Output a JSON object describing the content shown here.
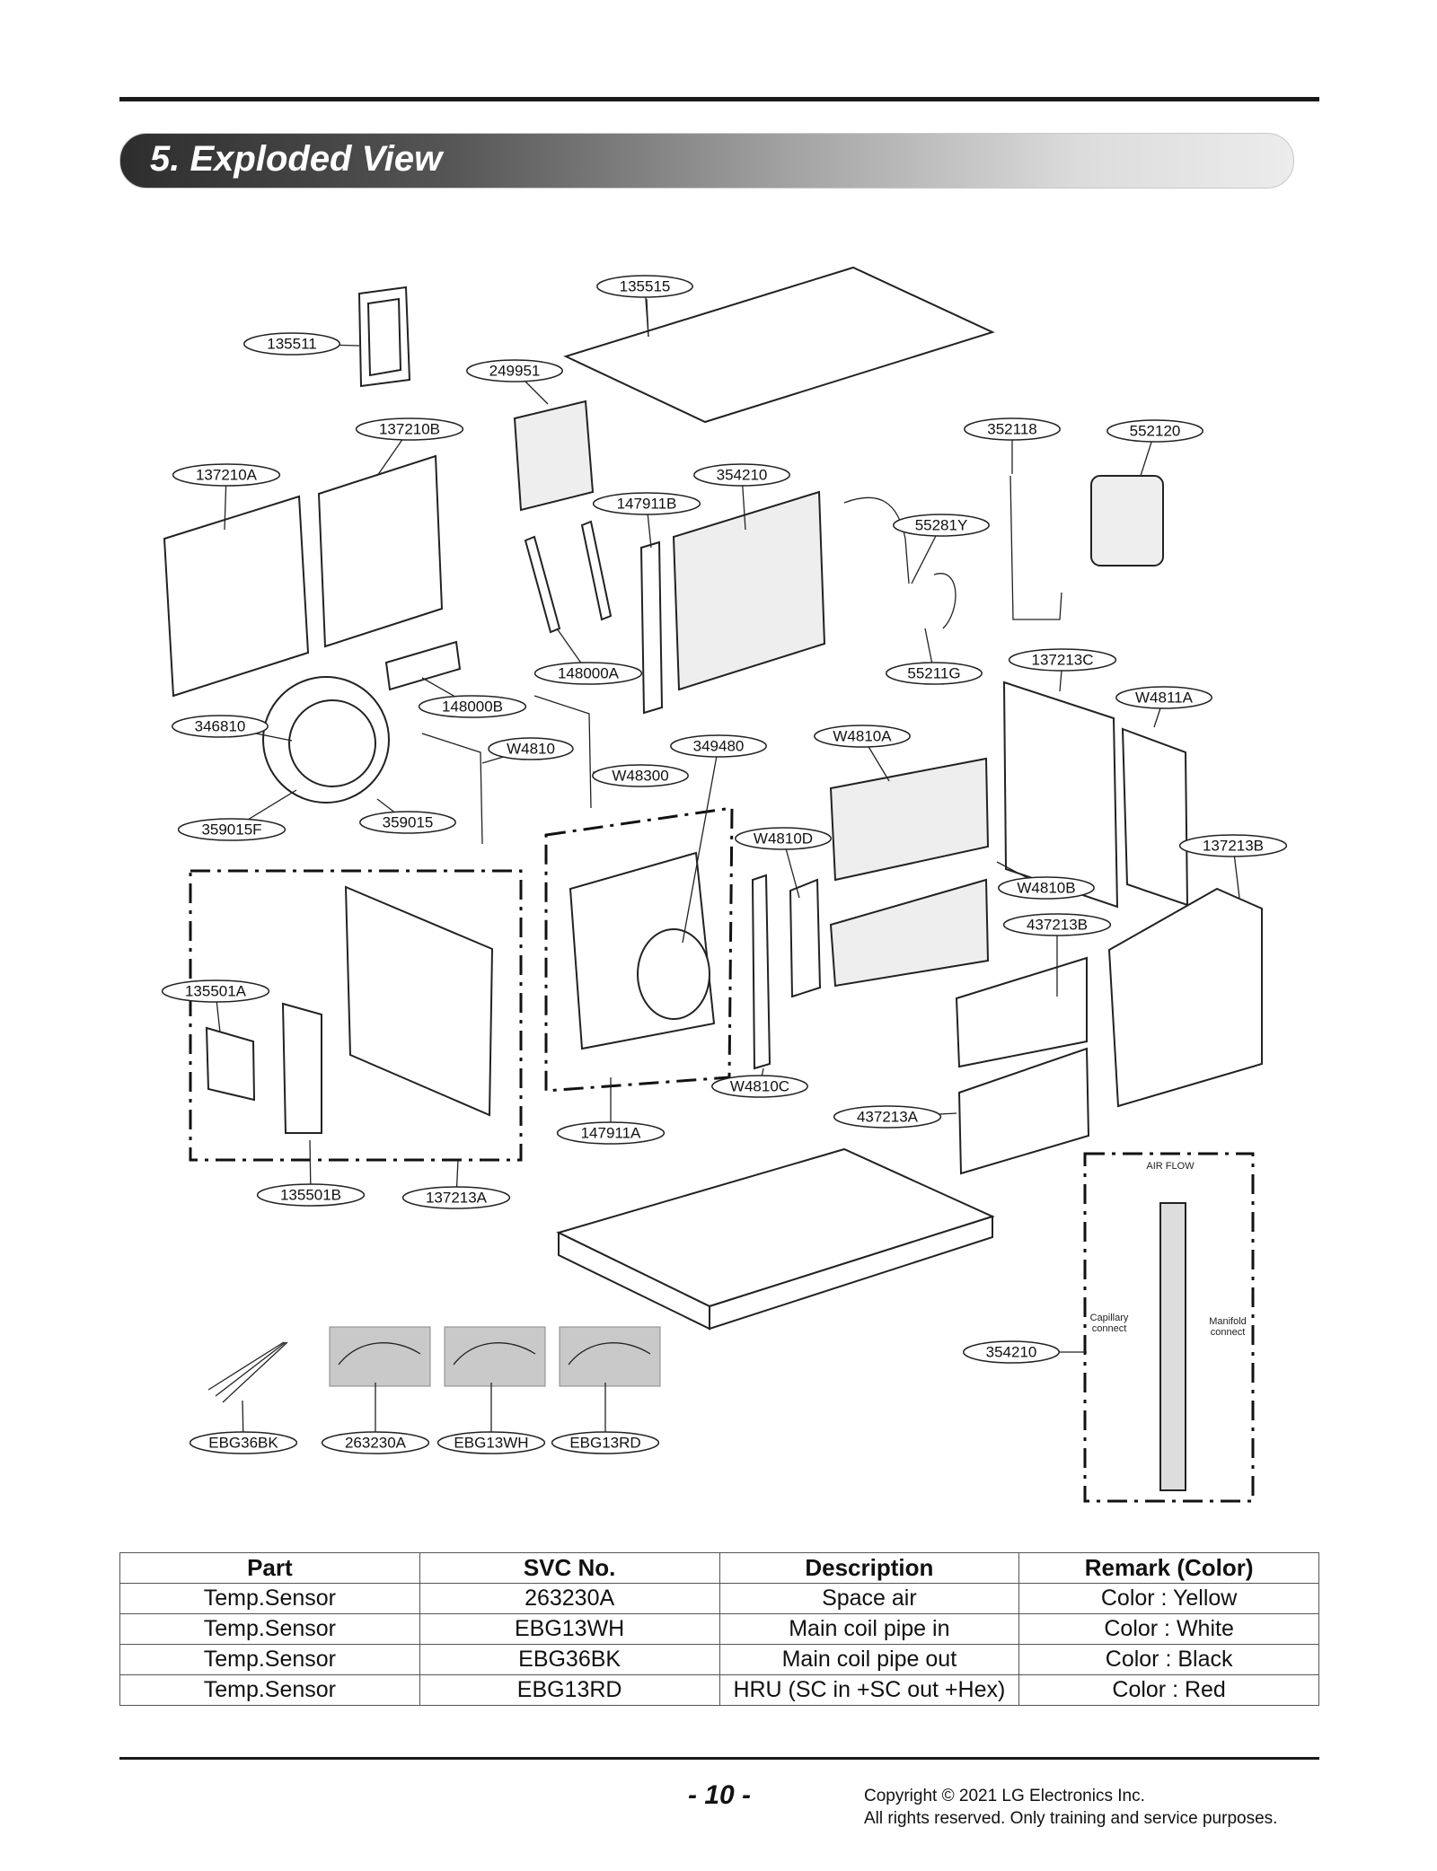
{
  "header": {
    "section_title": "5. Exploded View"
  },
  "diagram": {
    "callouts": [
      "135515",
      "135511",
      "249951",
      "137210B",
      "352118",
      "552120",
      "137210A",
      "354210",
      "147911B",
      "55281Y",
      "148000A",
      "55211G",
      "137213C",
      "148000B",
      "W4811A",
      "346810",
      "W4810",
      "349480",
      "W4810A",
      "W48300",
      "359015F",
      "359015",
      "W4810D",
      "137213B",
      "W4810B",
      "437213B",
      "135501A",
      "W4810C",
      "437213A",
      "147911A",
      "135501B",
      "137213A",
      "354210",
      "EBG36BK",
      "263230A",
      "EBG13WH",
      "EBG13RD"
    ],
    "airflow_label": "AIR FLOW",
    "capillary_label": [
      "Capillary",
      "connect"
    ],
    "manifold_label": [
      "Manifold",
      "connect"
    ]
  },
  "table": {
    "headers": [
      "Part",
      "SVC No.",
      "Description",
      "Remark (Color)"
    ],
    "rows": [
      [
        "Temp.Sensor",
        "263230A",
        "Space air",
        "Color : Yellow"
      ],
      [
        "Temp.Sensor",
        "EBG13WH",
        "Main coil pipe in",
        "Color : White"
      ],
      [
        "Temp.Sensor",
        "EBG36BK",
        "Main coil pipe out",
        "Color : Black"
      ],
      [
        "Temp.Sensor",
        "EBG13RD",
        "HRU (SC in +SC out +Hex)",
        "Color : Red"
      ]
    ]
  },
  "footer": {
    "page_number": "- 10 -",
    "copyright_line1": "Copyright © 2021 LG Electronics Inc.",
    "copyright_line2": "All rights reserved. Only training and service purposes."
  }
}
